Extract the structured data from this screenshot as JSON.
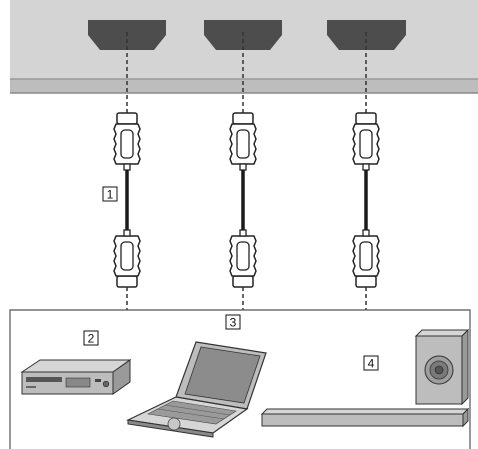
{
  "callouts": [
    {
      "id": "cable",
      "label": "1"
    },
    {
      "id": "video-player",
      "label": "2"
    },
    {
      "id": "laptop",
      "label": "3"
    },
    {
      "id": "speaker",
      "label": "4"
    }
  ],
  "colors": {
    "display_panel": "#d4d4d4",
    "display_edge": "#a6a6a6",
    "port": "#4d4d4d",
    "cable": "#1a1a1a",
    "outline": "#222222",
    "device_fill": "#bdbdbd",
    "device_dark": "#555555"
  }
}
